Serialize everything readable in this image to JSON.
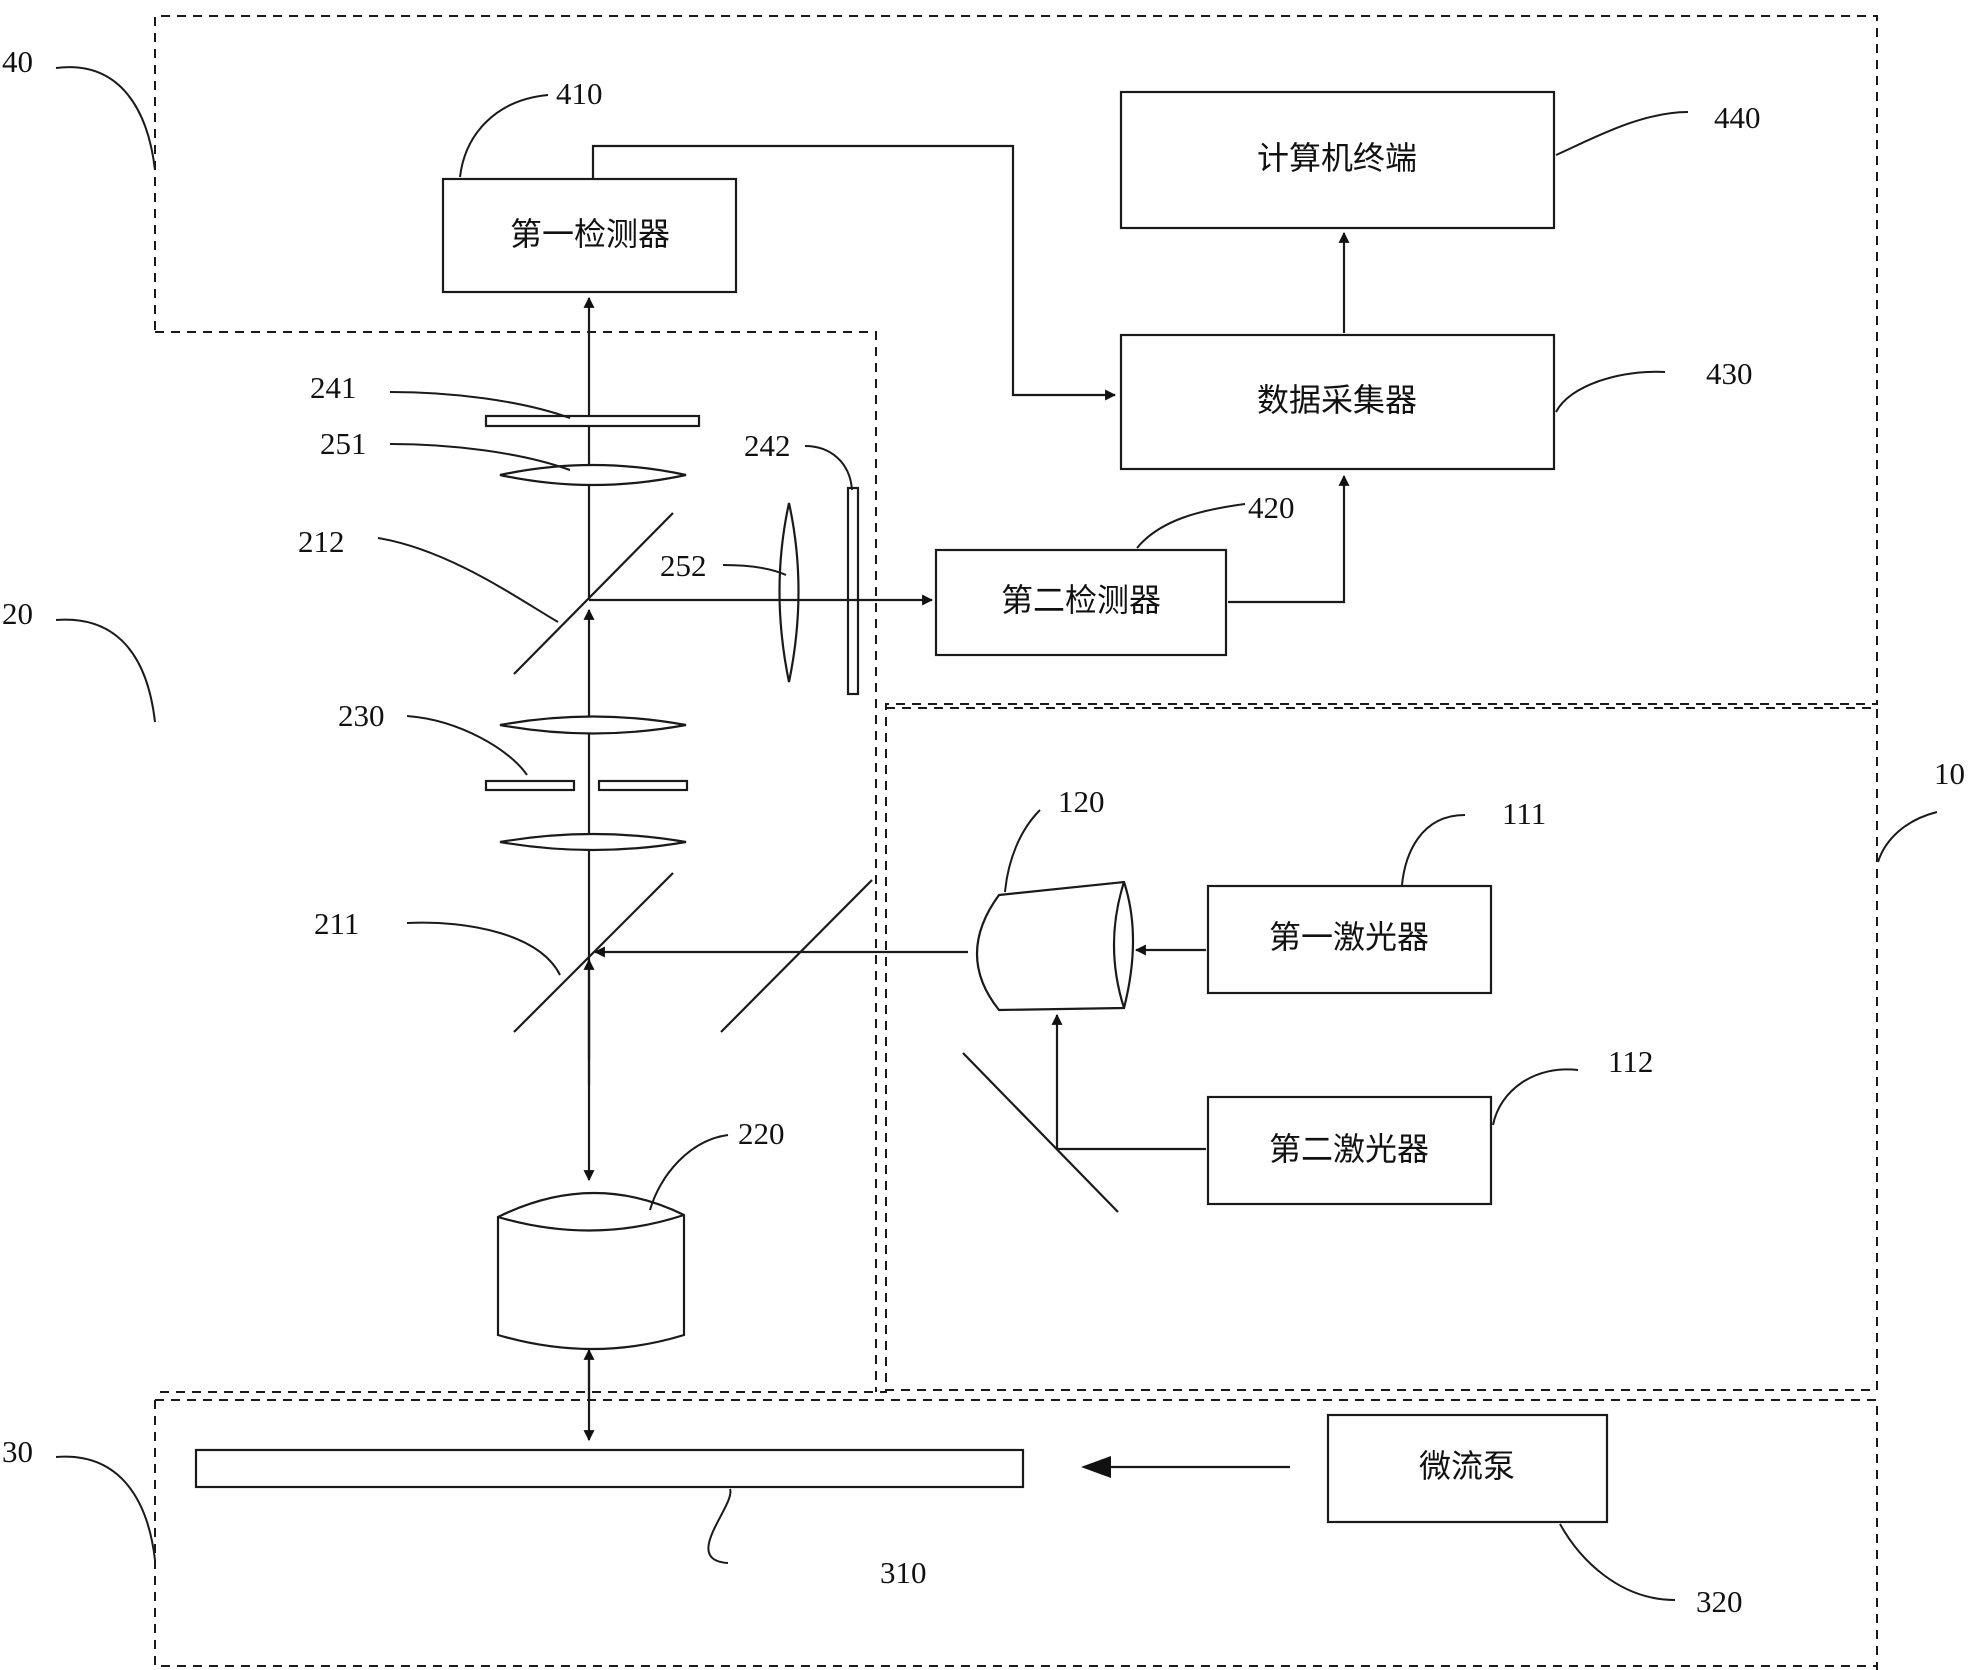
{
  "boxes": {
    "detector1": "第一检测器",
    "terminal": "计算机终端",
    "collector": "数据采集器",
    "detector2": "第二检测器",
    "laser1": "第一激光器",
    "laser2": "第二激光器",
    "pump": "微流泵"
  },
  "refs": {
    "r40": "40",
    "r20": "20",
    "r30": "30",
    "r10": "10",
    "r410": "410",
    "r440": "440",
    "r430": "430",
    "r420": "420",
    "r241": "241",
    "r251": "251",
    "r242": "242",
    "r212": "212",
    "r252": "252",
    "r230": "230",
    "r211": "211",
    "r120": "120",
    "r111": "111",
    "r112": "112",
    "r220": "220",
    "r310": "310",
    "r320": "320"
  }
}
